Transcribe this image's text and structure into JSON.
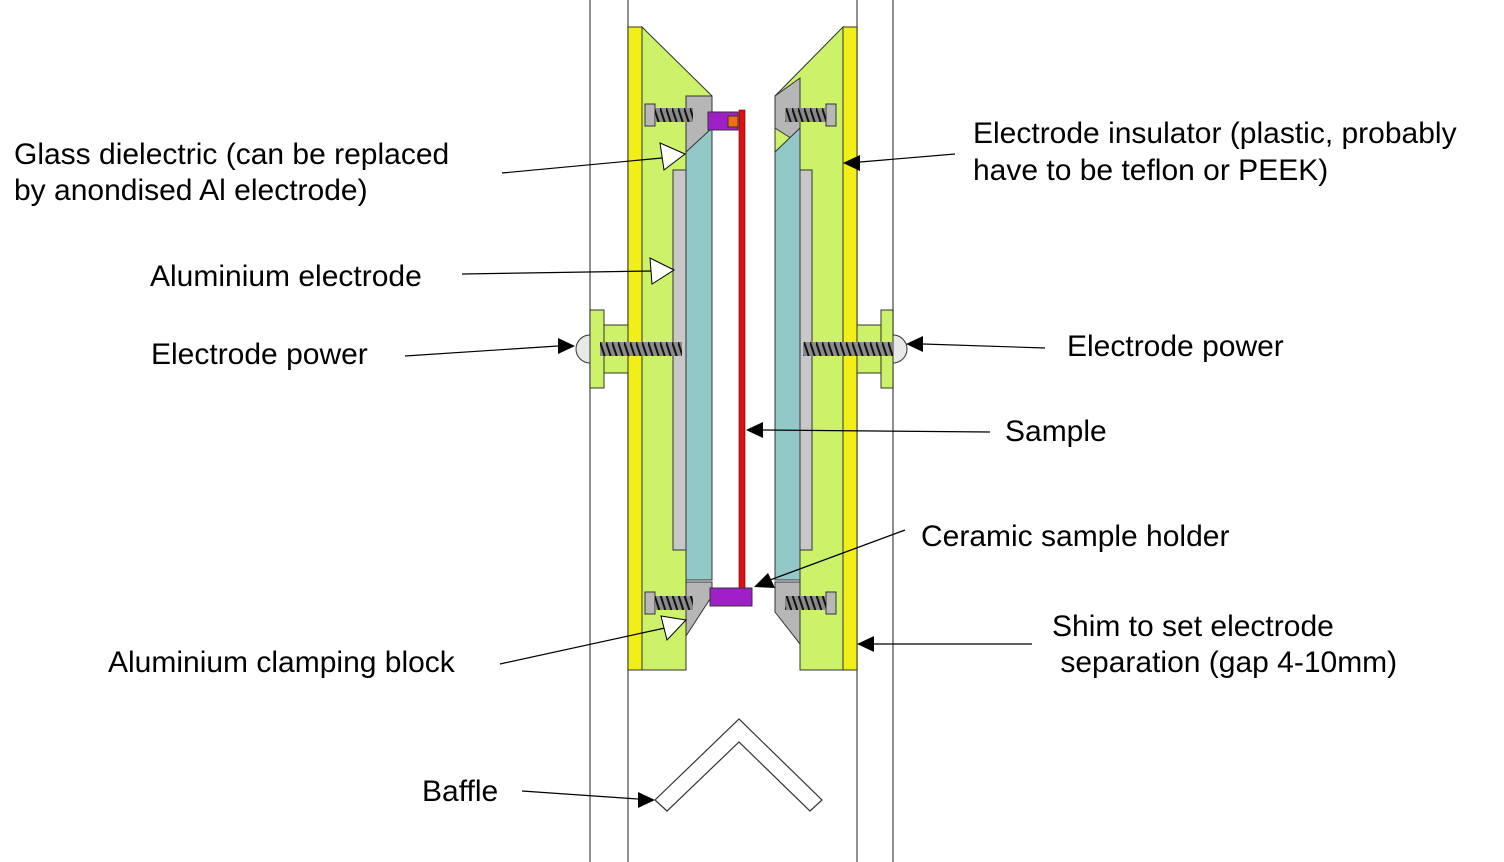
{
  "labels": {
    "glass_dielectric_line1": "Glass dielectric (can be replaced",
    "glass_dielectric_line2": "by anondised Al electrode)",
    "aluminium_electrode": "Aluminium electrode",
    "electrode_power_left": "Electrode power",
    "aluminium_clamping_block": "Aluminium clamping block",
    "baffle": "Baffle",
    "electrode_insulator_line1": "Electrode insulator (plastic, probably",
    "electrode_insulator_line2": "have to be teflon or PEEK)",
    "electrode_power_right": "Electrode power",
    "sample": "Sample",
    "ceramic_sample_holder": "Ceramic sample holder",
    "shim_line1": "Shim to set electrode",
    "shim_line2": " separation (gap 4-10mm)"
  },
  "colors": {
    "insulator": "#ccf26a",
    "shim": "#f2ef18",
    "aluminium": "#c8c8c8",
    "glass": "#92c8c8",
    "sample": "#e01010",
    "sample_holder": "#a020c8",
    "holder_tip": "#f07010",
    "walls": "#555555"
  }
}
